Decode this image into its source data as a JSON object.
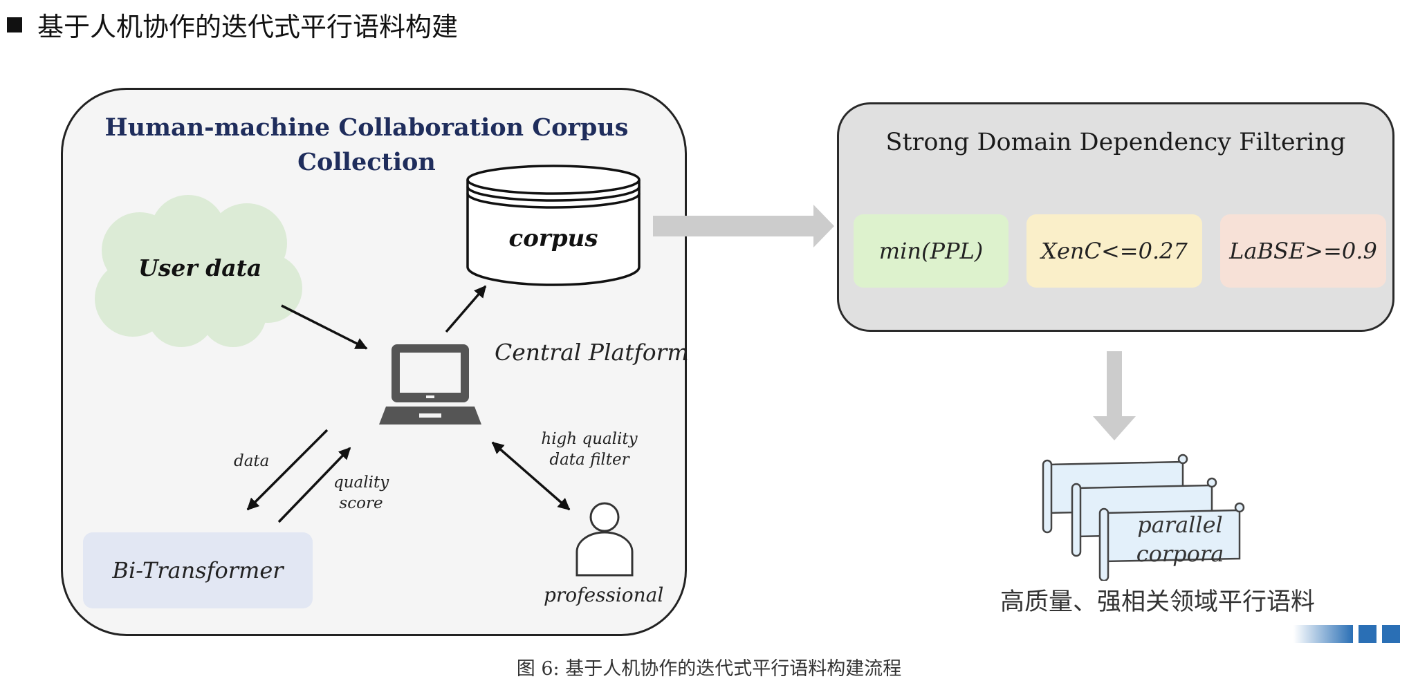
{
  "slide": {
    "title": "基于人机协作的迭代式平行语料构建"
  },
  "left_panel": {
    "title_line1": "Human-machine Collaboration Corpus",
    "title_line2": "Collection",
    "user_data": "User data",
    "corpus": "corpus",
    "central_platform": "Central Platform",
    "data_label": "data",
    "quality_line1": "quality",
    "quality_line2": "score",
    "hq_line1": "high quality",
    "hq_line2": "data filter",
    "bi_transformer": "Bi-Transformer",
    "professional": "professional"
  },
  "right_panel": {
    "title": "Strong Domain Dependency Filtering",
    "filters": [
      {
        "label": "min(PPL)",
        "color": "#ddf2cd"
      },
      {
        "label": "XenC<=0.27",
        "color": "#faefc9"
      },
      {
        "label": "LaBSE>=0.9",
        "color": "#f7e1d7"
      }
    ]
  },
  "result": {
    "scroll_line1": "parallel",
    "scroll_line2": "corpora",
    "caption": "高质量、强相关领域平行语料"
  },
  "figure_caption": "图 6: 基于人机协作的迭代式平行语料构建流程",
  "colors": {
    "panel_title": "#1f2d5c",
    "big_arrow": "#cccccc",
    "cloud": "#dcebd6",
    "scroll": "#e3f0fa"
  }
}
